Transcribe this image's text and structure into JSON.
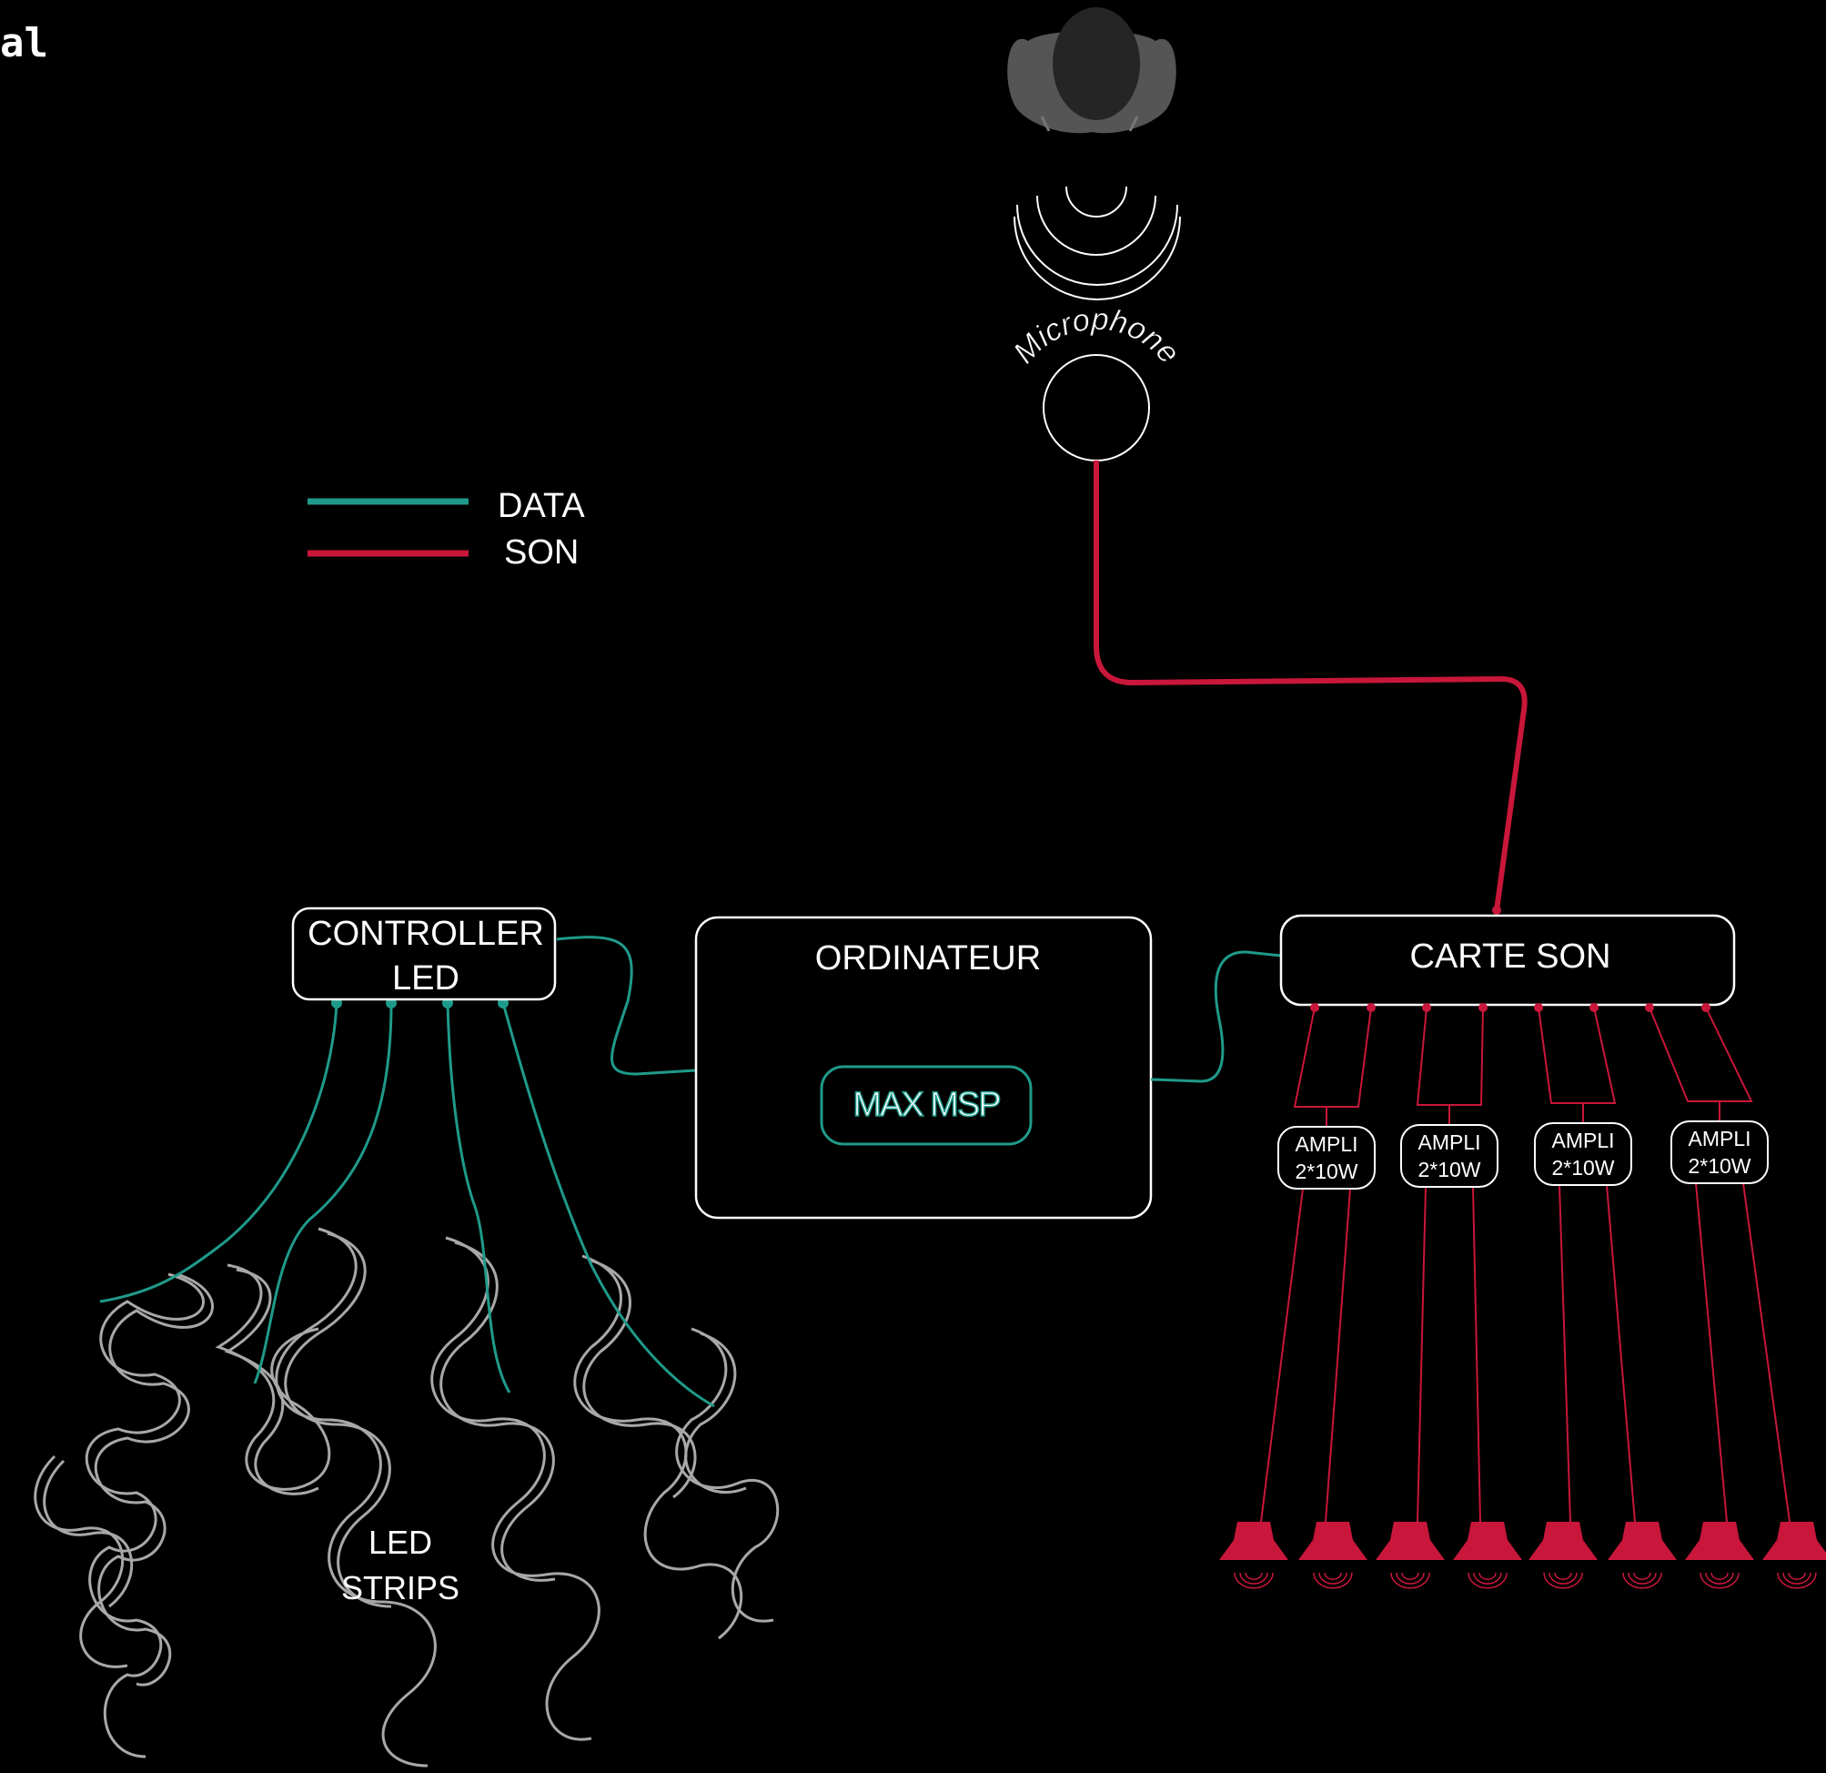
{
  "corner_text": "al",
  "legend": {
    "data_label": "DATA",
    "son_label": "SON"
  },
  "colors": {
    "background": "#000000",
    "data": "#1f9a8a",
    "son": "#c8173a",
    "outline": "#ffffff",
    "led_strip": "#a8a8a8"
  },
  "microphone": {
    "label": "Microphone"
  },
  "nodes": {
    "controller": {
      "line1": "CONTROLLER",
      "line2": "LED"
    },
    "ordinateur": {
      "label": "ORDINATEUR"
    },
    "max_msp": {
      "label": "MAX MSP"
    },
    "carte_son": {
      "label": "CARTE SON"
    },
    "led_strips": {
      "line1": "LED",
      "line2": "STRIPS"
    }
  },
  "amplis": [
    {
      "line1": "AMPLI",
      "line2": "2*10W"
    },
    {
      "line1": "AMPLI",
      "line2": "2*10W"
    },
    {
      "line1": "AMPLI",
      "line2": "2*10W"
    },
    {
      "line1": "AMPLI",
      "line2": "2*10W"
    }
  ],
  "speaker_count": 8,
  "icons": {
    "person": "person-topdown-icon",
    "sound_waves": "sound-waves-icon",
    "microphone": "microphone-icon",
    "speaker": "speaker-icon"
  }
}
